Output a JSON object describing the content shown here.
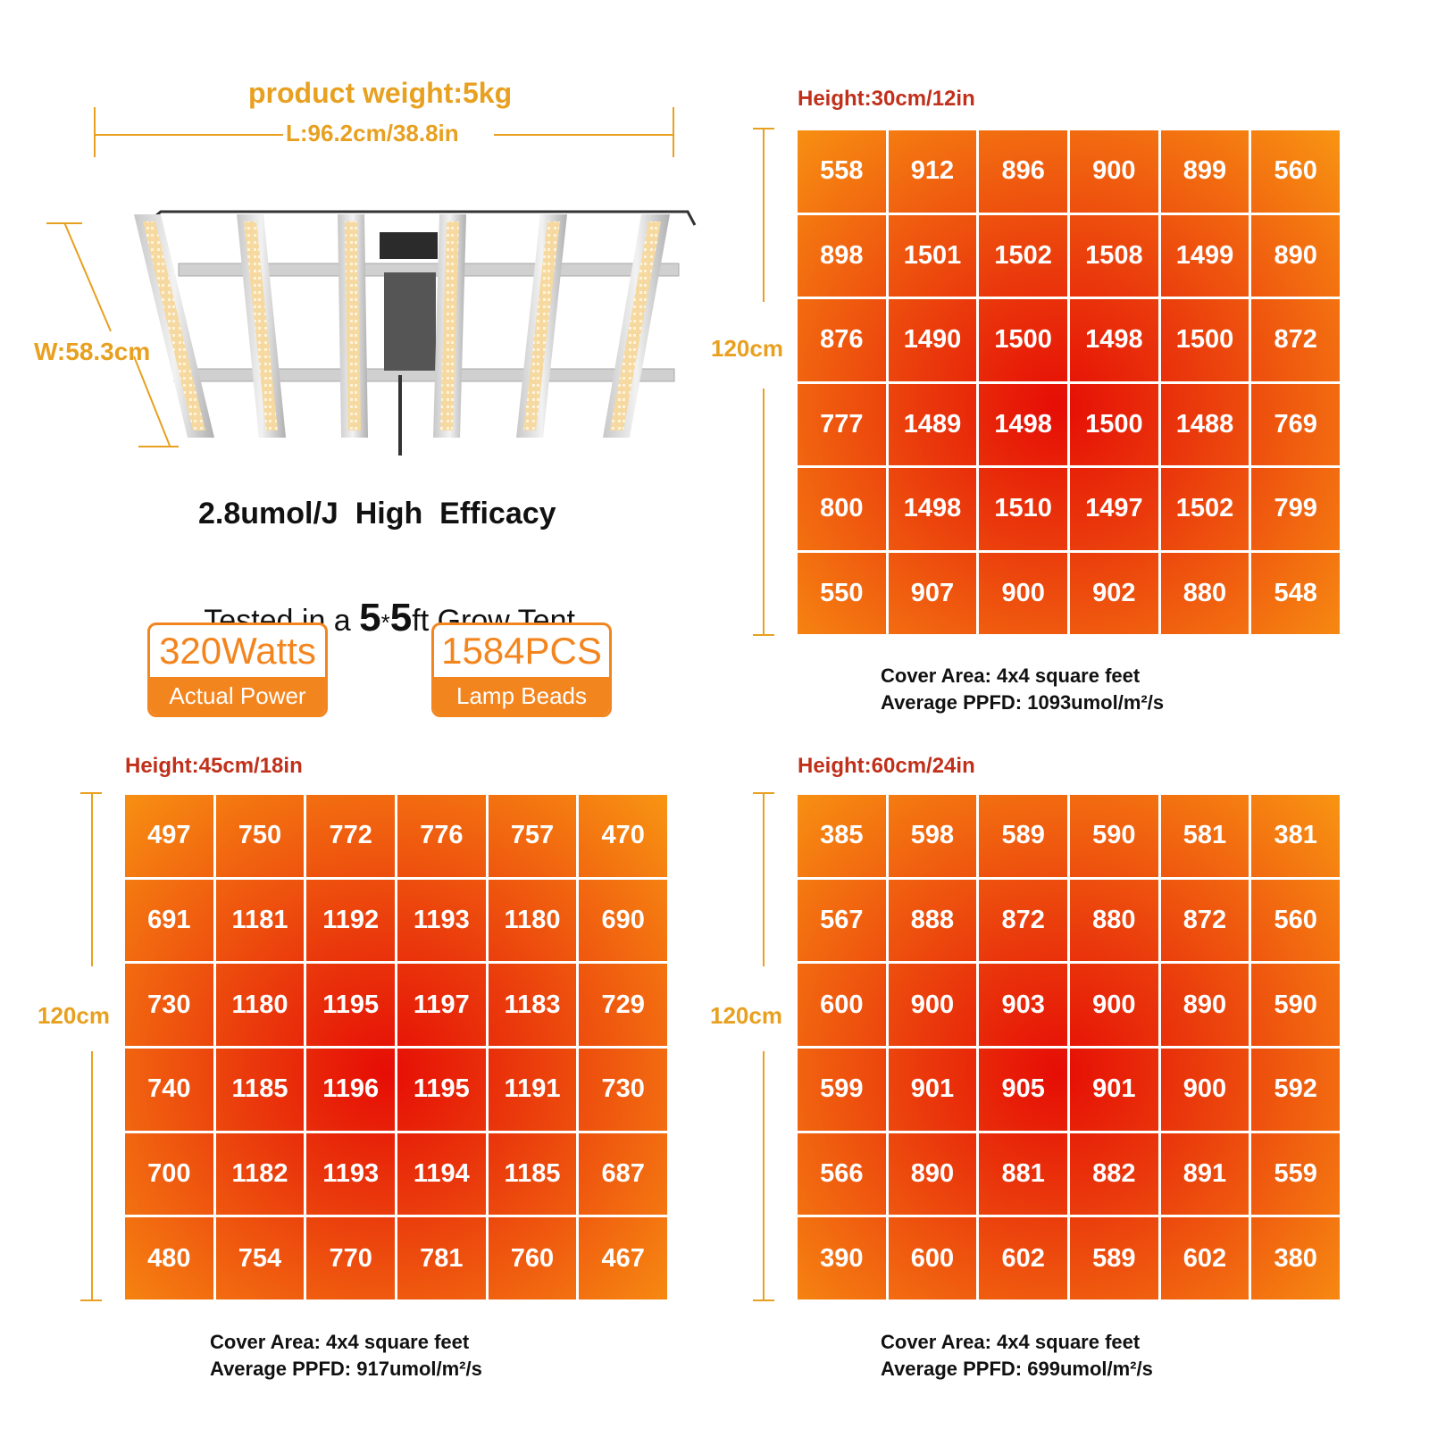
{
  "product": {
    "weight_label": "product weight:5kg",
    "length_label": "L:96.2cm/38.8in",
    "width_label": "W:58.3cm",
    "efficacy": "2.8umol/J  High  Efficacy",
    "tent_prefix": "Tested in a ",
    "tent_dim_a": "5",
    "tent_sep": "*",
    "tent_dim_b": "5",
    "tent_suffix": "ft Grow Tent",
    "badges": [
      {
        "value": "320Watts",
        "label": "Actual Power"
      },
      {
        "value": "1584PCS",
        "label": "Lamp Beads"
      }
    ]
  },
  "colors": {
    "accent_orange": "#e8a020",
    "badge_orange": "#f3851f",
    "title_red": "#c0301a",
    "heat_center": "#e60d05",
    "heat_edge": "#f89512"
  },
  "chart_data": [
    {
      "type": "heatmap",
      "title": "Height:30cm/12in",
      "side_label": "120cm",
      "rows": 6,
      "cols": 6,
      "values": [
        [
          558,
          912,
          896,
          900,
          899,
          560
        ],
        [
          898,
          1501,
          1502,
          1508,
          1499,
          890
        ],
        [
          876,
          1490,
          1500,
          1498,
          1500,
          872
        ],
        [
          777,
          1489,
          1498,
          1500,
          1488,
          769
        ],
        [
          800,
          1498,
          1510,
          1497,
          1502,
          799
        ],
        [
          550,
          907,
          900,
          902,
          880,
          548
        ]
      ],
      "cover_area": "Cover Area: 4x4 square feet",
      "average_ppfd": "Average PPFD: 1093umol/m²/s"
    },
    {
      "type": "heatmap",
      "title": "Height:45cm/18in",
      "side_label": "120cm",
      "rows": 6,
      "cols": 6,
      "values": [
        [
          497,
          750,
          772,
          776,
          757,
          470
        ],
        [
          691,
          1181,
          1192,
          1193,
          1180,
          690
        ],
        [
          730,
          1180,
          1195,
          1197,
          1183,
          729
        ],
        [
          740,
          1185,
          1196,
          1195,
          1191,
          730
        ],
        [
          700,
          1182,
          1193,
          1194,
          1185,
          687
        ],
        [
          480,
          754,
          770,
          781,
          760,
          467
        ]
      ],
      "cover_area": "Cover Area: 4x4 square feet",
      "average_ppfd": "Average PPFD: 917umol/m²/s"
    },
    {
      "type": "heatmap",
      "title": "Height:60cm/24in",
      "side_label": "120cm",
      "rows": 6,
      "cols": 6,
      "values": [
        [
          385,
          598,
          589,
          590,
          581,
          381
        ],
        [
          567,
          888,
          872,
          880,
          872,
          560
        ],
        [
          600,
          900,
          903,
          900,
          890,
          590
        ],
        [
          599,
          901,
          905,
          901,
          900,
          592
        ],
        [
          566,
          890,
          881,
          882,
          891,
          559
        ],
        [
          390,
          600,
          602,
          589,
          602,
          380
        ]
      ],
      "cover_area": "Cover Area: 4x4 square feet",
      "average_ppfd": "Average PPFD: 699umol/m²/s"
    }
  ]
}
